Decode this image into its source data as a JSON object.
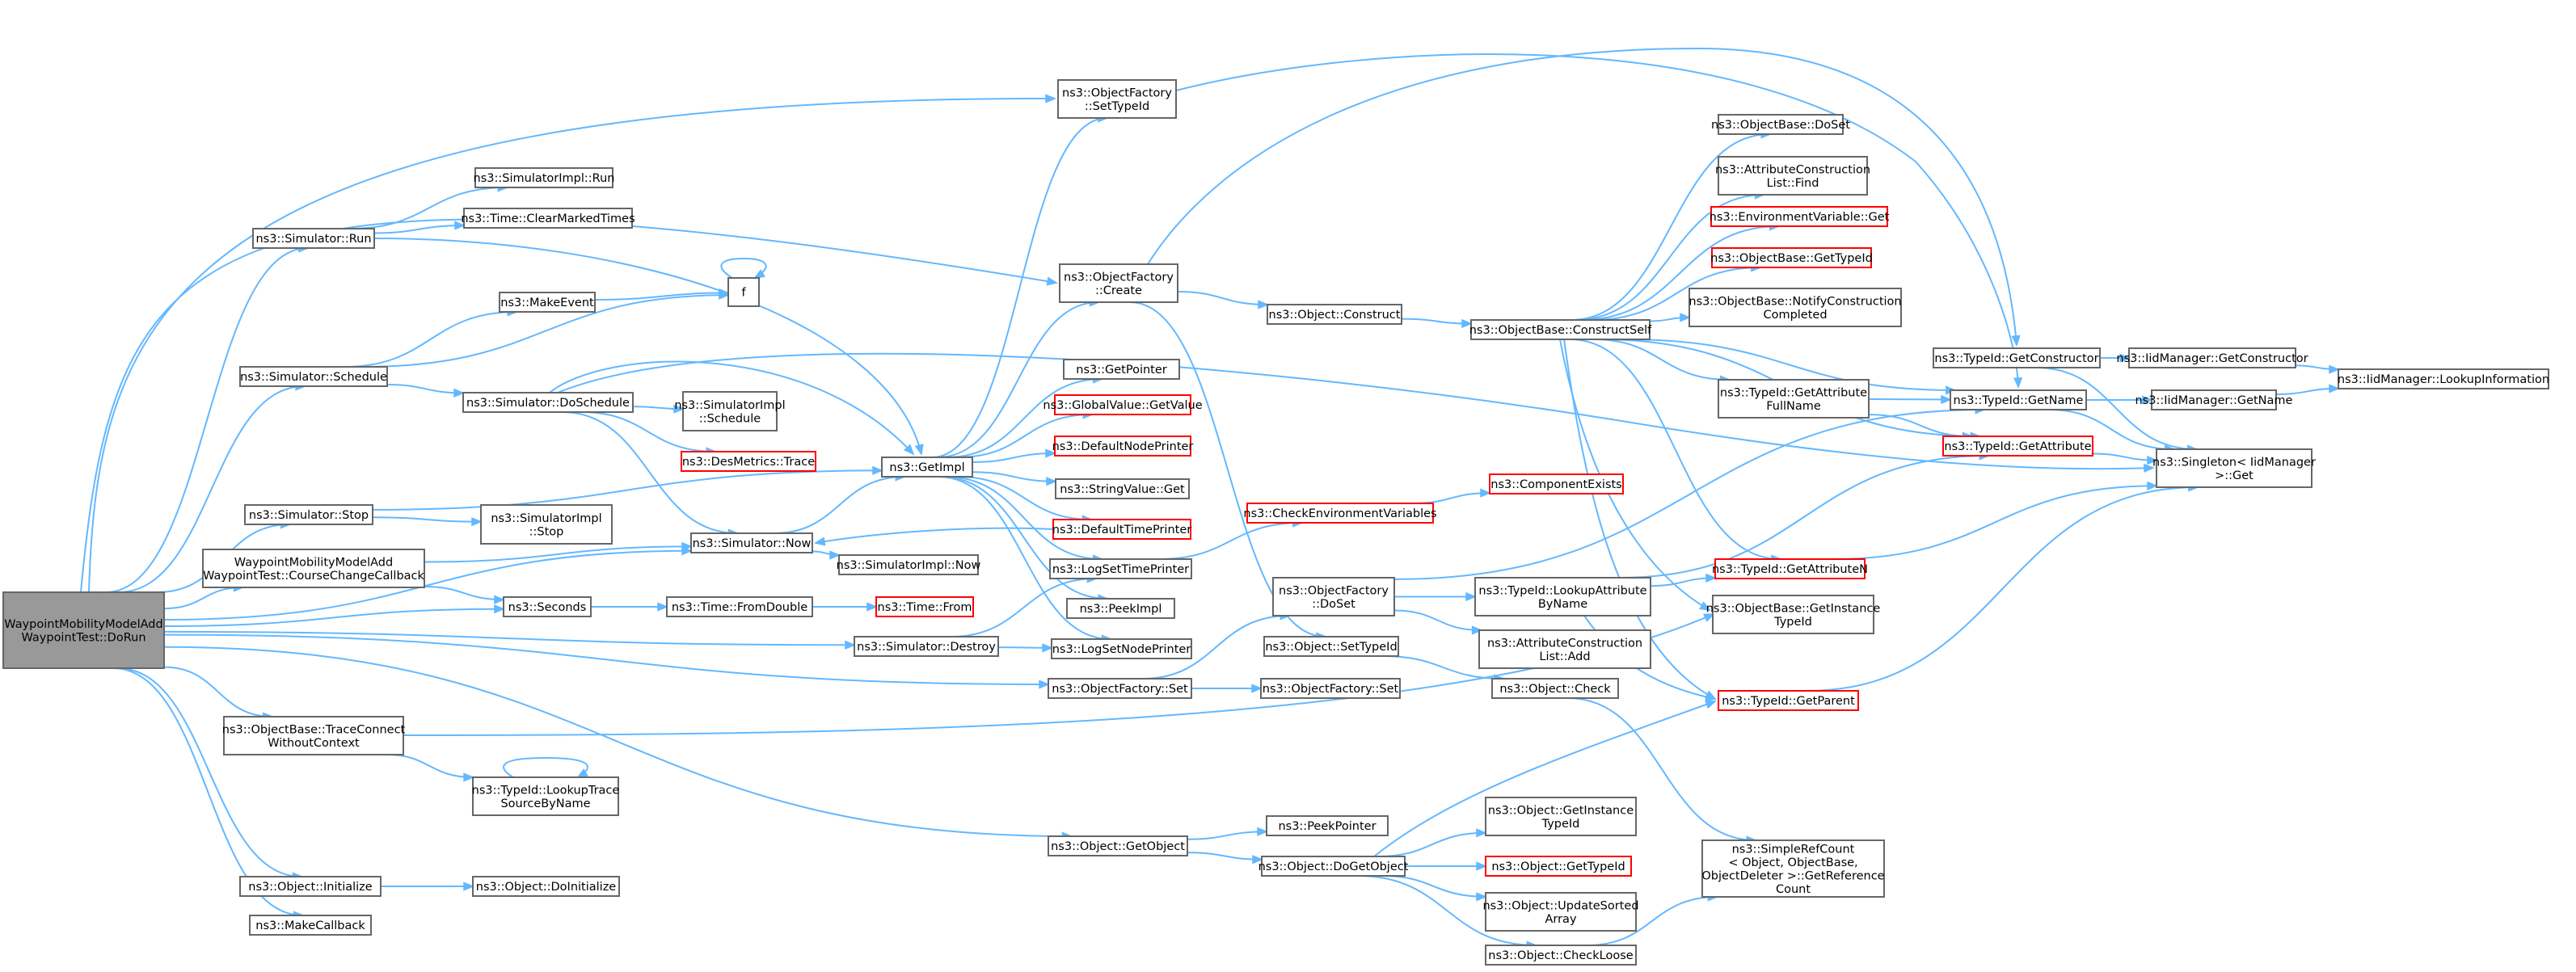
{
  "diagram": {
    "nodes": [
      {
        "id": "root",
        "lines": [
          "WaypointMobilityModelAdd",
          "WaypointTest::DoRun"
        ],
        "style": "root"
      },
      {
        "id": "sim_run",
        "lines": [
          "ns3::Simulator::Run"
        ]
      },
      {
        "id": "simimpl_run",
        "lines": [
          "ns3::SimulatorImpl::Run"
        ]
      },
      {
        "id": "clear_marked",
        "lines": [
          "ns3::Time::ClearMarkedTimes"
        ]
      },
      {
        "id": "make_event",
        "lines": [
          "ns3::MakeEvent"
        ]
      },
      {
        "id": "f",
        "lines": [
          "f"
        ]
      },
      {
        "id": "sim_schedule",
        "lines": [
          "ns3::Simulator::Schedule"
        ]
      },
      {
        "id": "sim_doschedule",
        "lines": [
          "ns3::Simulator::DoSchedule"
        ]
      },
      {
        "id": "simimpl_schedule",
        "lines": [
          "ns3::SimulatorImpl",
          "::Schedule"
        ]
      },
      {
        "id": "desmetrics",
        "lines": [
          "ns3::DesMetrics::Trace"
        ],
        "style": "red"
      },
      {
        "id": "sim_stop",
        "lines": [
          "ns3::Simulator::Stop"
        ]
      },
      {
        "id": "simimpl_stop",
        "lines": [
          "ns3::SimulatorImpl",
          "::Stop"
        ]
      },
      {
        "id": "course_cb",
        "lines": [
          "WaypointMobilityModelAdd",
          "WaypointTest::CourseChangeCallback"
        ]
      },
      {
        "id": "sim_now",
        "lines": [
          "ns3::Simulator::Now"
        ]
      },
      {
        "id": "simimpl_now",
        "lines": [
          "ns3::SimulatorImpl::Now"
        ]
      },
      {
        "id": "seconds",
        "lines": [
          "ns3::Seconds"
        ]
      },
      {
        "id": "fromdouble",
        "lines": [
          "ns3::Time::FromDouble"
        ]
      },
      {
        "id": "time_from",
        "lines": [
          "ns3::Time::From"
        ],
        "style": "red"
      },
      {
        "id": "sim_destroy",
        "lines": [
          "ns3::Simulator::Destroy"
        ]
      },
      {
        "id": "getimpl",
        "lines": [
          "ns3::GetImpl"
        ]
      },
      {
        "id": "of_settypeid",
        "lines": [
          "ns3::ObjectFactory",
          "::SetTypeId"
        ]
      },
      {
        "id": "of_create",
        "lines": [
          "ns3::ObjectFactory",
          "::Create"
        ]
      },
      {
        "id": "getpointer",
        "lines": [
          "ns3::GetPointer"
        ]
      },
      {
        "id": "gv_getvalue",
        "lines": [
          "ns3::GlobalValue::GetValue"
        ],
        "style": "red"
      },
      {
        "id": "defnodeprinter",
        "lines": [
          "ns3::DefaultNodePrinter"
        ],
        "style": "red"
      },
      {
        "id": "stringvalue_get",
        "lines": [
          "ns3::StringValue::Get"
        ]
      },
      {
        "id": "deftimeprinter",
        "lines": [
          "ns3::DefaultTimePrinter"
        ],
        "style": "red"
      },
      {
        "id": "logsettimeprinter",
        "lines": [
          "ns3::LogSetTimePrinter"
        ]
      },
      {
        "id": "peekimpl",
        "lines": [
          "ns3::PeekImpl"
        ]
      },
      {
        "id": "logsetnodeprinter",
        "lines": [
          "ns3::LogSetNodePrinter"
        ]
      },
      {
        "id": "of_set",
        "lines": [
          "ns3::ObjectFactory::Set"
        ]
      },
      {
        "id": "of_set2",
        "lines": [
          "ns3::ObjectFactory::Set"
        ]
      },
      {
        "id": "checkenv",
        "lines": [
          "ns3::CheckEnvironmentVariables"
        ],
        "style": "red"
      },
      {
        "id": "componentexists",
        "lines": [
          "ns3::ComponentExists"
        ],
        "style": "red"
      },
      {
        "id": "obj_construct",
        "lines": [
          "ns3::Object::Construct"
        ]
      },
      {
        "id": "of_doset",
        "lines": [
          "ns3::ObjectFactory",
          "::DoSet"
        ]
      },
      {
        "id": "obj_settypeid",
        "lines": [
          "ns3::Object::SetTypeId"
        ]
      },
      {
        "id": "obj_check",
        "lines": [
          "ns3::Object::Check"
        ]
      },
      {
        "id": "ob_constructself",
        "lines": [
          "ns3::ObjectBase::ConstructSelf"
        ]
      },
      {
        "id": "ob_doset",
        "lines": [
          "ns3::ObjectBase::DoSet"
        ]
      },
      {
        "id": "acl_find",
        "lines": [
          "ns3::AttributeConstruction",
          "List::Find"
        ]
      },
      {
        "id": "envvar_get",
        "lines": [
          "ns3::EnvironmentVariable::Get"
        ],
        "style": "red"
      },
      {
        "id": "ob_gettypeid",
        "lines": [
          "ns3::ObjectBase::GetTypeId"
        ],
        "style": "red"
      },
      {
        "id": "ob_notify",
        "lines": [
          "ns3::ObjectBase::NotifyConstruction",
          "Completed"
        ]
      },
      {
        "id": "tid_getattrfullname",
        "lines": [
          "ns3::TypeId::GetAttribute",
          "FullName"
        ]
      },
      {
        "id": "tid_lookupattr",
        "lines": [
          "ns3::TypeId::LookupAttribute",
          "ByName"
        ]
      },
      {
        "id": "acl_add",
        "lines": [
          "ns3::AttributeConstruction",
          "List::Add"
        ]
      },
      {
        "id": "tid_getattributen",
        "lines": [
          "ns3::TypeId::GetAttributeN"
        ],
        "style": "red"
      },
      {
        "id": "ob_getinstancetypeid",
        "lines": [
          "ns3::ObjectBase::GetInstance",
          "TypeId"
        ]
      },
      {
        "id": "tid_getparent",
        "lines": [
          "ns3::TypeId::GetParent"
        ],
        "style": "red"
      },
      {
        "id": "tid_getconstructor",
        "lines": [
          "ns3::TypeId::GetConstructor"
        ]
      },
      {
        "id": "tid_getname",
        "lines": [
          "ns3::TypeId::GetName"
        ]
      },
      {
        "id": "tid_getattribute",
        "lines": [
          "ns3::TypeId::GetAttribute"
        ],
        "style": "red"
      },
      {
        "id": "iid_getconstructor",
        "lines": [
          "ns3::IidManager::GetConstructor"
        ]
      },
      {
        "id": "iid_getname",
        "lines": [
          "ns3::IidManager::GetName"
        ]
      },
      {
        "id": "iid_lookupinfo",
        "lines": [
          "ns3::IidManager::LookupInformation"
        ]
      },
      {
        "id": "singleton_get",
        "lines": [
          "ns3::Singleton< IidManager",
          " >::Get"
        ]
      },
      {
        "id": "ob_traceconnect",
        "lines": [
          "ns3::ObjectBase::TraceConnect",
          "WithoutContext"
        ]
      },
      {
        "id": "tid_lookuptrace",
        "lines": [
          "ns3::TypeId::LookupTrace",
          "SourceByName"
        ]
      },
      {
        "id": "obj_getobject",
        "lines": [
          "ns3::Object::GetObject"
        ]
      },
      {
        "id": "peekpointer",
        "lines": [
          "ns3::PeekPointer"
        ]
      },
      {
        "id": "obj_dogetobject",
        "lines": [
          "ns3::Object::DoGetObject"
        ]
      },
      {
        "id": "obj_getinstancetypeid",
        "lines": [
          "ns3::Object::GetInstance",
          "TypeId"
        ]
      },
      {
        "id": "obj_gettypeid",
        "lines": [
          "ns3::Object::GetTypeId"
        ],
        "style": "red"
      },
      {
        "id": "obj_updatesorted",
        "lines": [
          "ns3::Object::UpdateSorted",
          "Array"
        ]
      },
      {
        "id": "obj_checkloose",
        "lines": [
          "ns3::Object::CheckLoose"
        ]
      },
      {
        "id": "simplerefcount",
        "lines": [
          "ns3::SimpleRefCount",
          "< Object, ObjectBase,",
          " ObjectDeleter >::GetReference",
          "Count"
        ]
      },
      {
        "id": "obj_initialize",
        "lines": [
          "ns3::Object::Initialize"
        ]
      },
      {
        "id": "obj_doinitialize",
        "lines": [
          "ns3::Object::DoInitialize"
        ]
      },
      {
        "id": "makecallback",
        "lines": [
          "ns3::MakeCallback"
        ]
      }
    ],
    "edges": [
      [
        "root",
        "sim_run"
      ],
      [
        "root",
        "sim_schedule"
      ],
      [
        "root",
        "sim_stop"
      ],
      [
        "root",
        "course_cb"
      ],
      [
        "root",
        "seconds"
      ],
      [
        "root",
        "sim_destroy"
      ],
      [
        "root",
        "of_set"
      ],
      [
        "root",
        "ob_traceconnect"
      ],
      [
        "root",
        "obj_getobject"
      ],
      [
        "root",
        "obj_initialize"
      ],
      [
        "root",
        "makecallback"
      ],
      [
        "root",
        "of_settypeid"
      ],
      [
        "root",
        "of_create"
      ],
      [
        "root",
        "sim_now"
      ],
      [
        "sim_run",
        "simimpl_run"
      ],
      [
        "sim_run",
        "clear_marked"
      ],
      [
        "sim_run",
        "getimpl"
      ],
      [
        "sim_schedule",
        "make_event"
      ],
      [
        "sim_schedule",
        "f"
      ],
      [
        "sim_schedule",
        "sim_doschedule"
      ],
      [
        "make_event",
        "f"
      ],
      [
        "f",
        "f"
      ],
      [
        "sim_doschedule",
        "simimpl_schedule"
      ],
      [
        "sim_doschedule",
        "desmetrics"
      ],
      [
        "sim_doschedule",
        "sim_now"
      ],
      [
        "sim_doschedule",
        "getimpl"
      ],
      [
        "sim_doschedule",
        "singleton_get"
      ],
      [
        "sim_stop",
        "simimpl_stop"
      ],
      [
        "sim_stop",
        "getimpl"
      ],
      [
        "course_cb",
        "sim_now"
      ],
      [
        "course_cb",
        "seconds"
      ],
      [
        "sim_now",
        "simimpl_now"
      ],
      [
        "sim_now",
        "getimpl"
      ],
      [
        "seconds",
        "fromdouble"
      ],
      [
        "fromdouble",
        "time_from"
      ],
      [
        "sim_destroy",
        "logsettimeprinter"
      ],
      [
        "sim_destroy",
        "logsetnodeprinter"
      ],
      [
        "getimpl",
        "of_settypeid"
      ],
      [
        "getimpl",
        "of_create"
      ],
      [
        "getimpl",
        "getpointer"
      ],
      [
        "getimpl",
        "gv_getvalue"
      ],
      [
        "getimpl",
        "defnodeprinter"
      ],
      [
        "getimpl",
        "stringvalue_get"
      ],
      [
        "getimpl",
        "deftimeprinter"
      ],
      [
        "getimpl",
        "logsettimeprinter"
      ],
      [
        "getimpl",
        "peekimpl"
      ],
      [
        "getimpl",
        "logsetnodeprinter"
      ],
      [
        "deftimeprinter",
        "sim_now"
      ],
      [
        "logsettimeprinter",
        "checkenv"
      ],
      [
        "checkenv",
        "componentexists"
      ],
      [
        "of_settypeid",
        "tid_getname"
      ],
      [
        "of_create",
        "obj_construct"
      ],
      [
        "of_create",
        "obj_settypeid"
      ],
      [
        "of_create",
        "tid_getconstructor"
      ],
      [
        "obj_construct",
        "ob_constructself"
      ],
      [
        "of_set",
        "of_doset"
      ],
      [
        "of_set",
        "of_set2"
      ],
      [
        "of_doset",
        "tid_getname"
      ],
      [
        "of_doset",
        "tid_lookupattr"
      ],
      [
        "of_doset",
        "acl_add"
      ],
      [
        "obj_settypeid",
        "obj_check"
      ],
      [
        "obj_check",
        "simplerefcount"
      ],
      [
        "ob_constructself",
        "ob_doset"
      ],
      [
        "ob_constructself",
        "acl_find"
      ],
      [
        "ob_constructself",
        "envvar_get"
      ],
      [
        "ob_constructself",
        "ob_gettypeid"
      ],
      [
        "ob_constructself",
        "ob_notify"
      ],
      [
        "ob_constructself",
        "tid_getattrfullname"
      ],
      [
        "ob_constructself",
        "tid_getattributen"
      ],
      [
        "ob_constructself",
        "ob_getinstancetypeid"
      ],
      [
        "ob_constructself",
        "tid_getparent"
      ],
      [
        "ob_constructself",
        "tid_getname"
      ],
      [
        "ob_constructself",
        "tid_getattribute"
      ],
      [
        "tid_getattrfullname",
        "tid_getname"
      ],
      [
        "tid_getattrfullname",
        "tid_getattribute"
      ],
      [
        "tid_lookupattr",
        "tid_getattributen"
      ],
      [
        "tid_lookupattr",
        "tid_getattribute"
      ],
      [
        "tid_lookupattr",
        "tid_getparent"
      ],
      [
        "tid_getattributen",
        "singleton_get"
      ],
      [
        "tid_getparent",
        "singleton_get"
      ],
      [
        "tid_getattribute",
        "singleton_get"
      ],
      [
        "tid_getconstructor",
        "iid_getconstructor"
      ],
      [
        "tid_getconstructor",
        "singleton_get"
      ],
      [
        "tid_getname",
        "iid_getname"
      ],
      [
        "tid_getname",
        "singleton_get"
      ],
      [
        "iid_getconstructor",
        "iid_lookupinfo"
      ],
      [
        "iid_getname",
        "iid_lookupinfo"
      ],
      [
        "ob_traceconnect",
        "tid_lookuptrace"
      ],
      [
        "ob_traceconnect",
        "ob_getinstancetypeid"
      ],
      [
        "tid_lookuptrace",
        "tid_lookuptrace"
      ],
      [
        "obj_getobject",
        "peekpointer"
      ],
      [
        "obj_getobject",
        "obj_dogetobject"
      ],
      [
        "obj_dogetobject",
        "obj_getinstancetypeid"
      ],
      [
        "obj_dogetobject",
        "obj_gettypeid"
      ],
      [
        "obj_dogetobject",
        "obj_updatesorted"
      ],
      [
        "obj_dogetobject",
        "obj_checkloose"
      ],
      [
        "obj_dogetobject",
        "tid_getparent"
      ],
      [
        "obj_checkloose",
        "simplerefcount"
      ],
      [
        "obj_initialize",
        "obj_doinitialize"
      ]
    ]
  }
}
